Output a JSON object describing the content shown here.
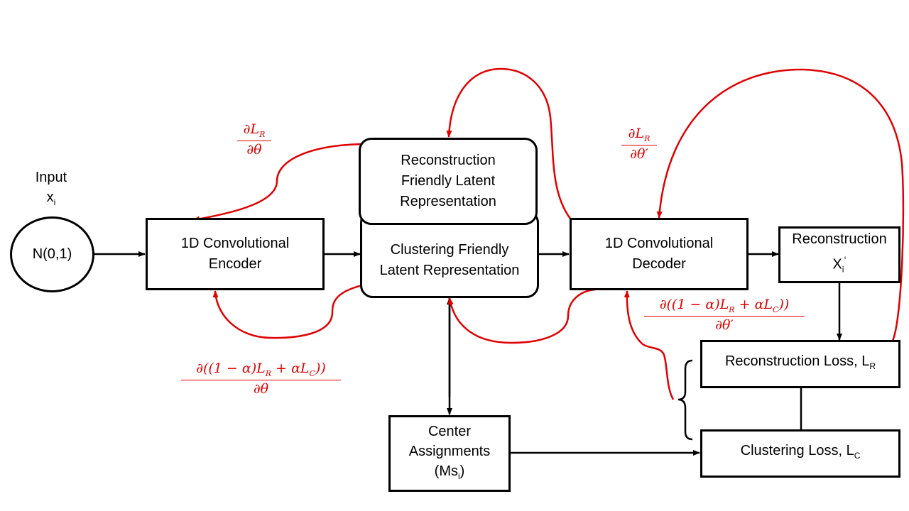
{
  "input": {
    "label": "Input",
    "var": "x",
    "var_sub": "i",
    "node": "N(0,1)"
  },
  "encoder": {
    "line1": "1D Convolutional",
    "line2": "Encoder"
  },
  "recon_latent": {
    "line1": "Reconstruction",
    "line2": "Friendly Latent",
    "line3": "Representation"
  },
  "cluster_latent": {
    "line1": "Clustering Friendly",
    "line2": "Latent Representation"
  },
  "decoder": {
    "line1": "1D Convolutional",
    "line2": "Decoder"
  },
  "reconstruction": {
    "line1": "Reconstruction",
    "var": "X",
    "var_sub": "i",
    "var_sup": "‘"
  },
  "recon_loss": {
    "text": "Reconstruction Loss, L",
    "sub": "R"
  },
  "cluster_loss": {
    "text": "Clustering Loss, L",
    "sub": "C"
  },
  "centers": {
    "line1": "Center",
    "line2": "Assignments",
    "line3": "(Ms",
    "sub": "i",
    "close": ")"
  },
  "grad_enc_recon": {
    "num": "∂L",
    "num_sub": "R",
    "den": "∂θ"
  },
  "grad_enc_total": {
    "num": "∂((1 − α)L",
    "num_sub1": "R",
    "num_mid": " +  αL",
    "num_sub2": "C",
    "num_end": "))",
    "den": "∂θ"
  },
  "grad_dec_recon": {
    "num": "∂L",
    "num_sub": "R",
    "den": "∂θ′"
  },
  "grad_dec_total": {
    "num": "∂((1 − α)L",
    "num_sub1": "R",
    "num_mid": " +  αL",
    "num_sub2": "C",
    "num_end": "))",
    "den": "∂θ′"
  },
  "colors": {
    "black_arrows": "#000000",
    "gradient_arrows": "#e00000"
  }
}
